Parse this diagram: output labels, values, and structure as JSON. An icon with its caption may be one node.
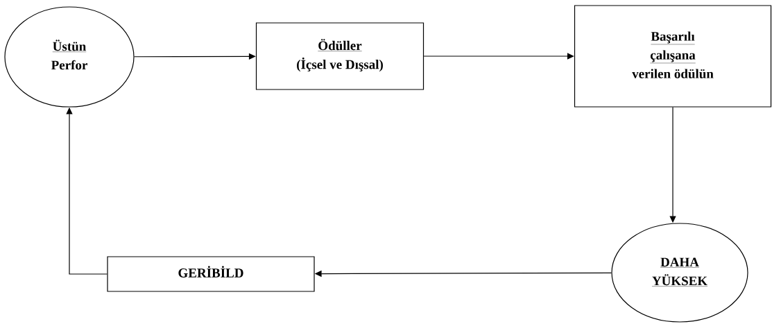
{
  "diagram": {
    "nodes": [
      {
        "text": [
          "Üstün",
          "Perfor"
        ]
      },
      {
        "text": [
          "Ödüller",
          "(İçsel ve Dışsal)"
        ]
      },
      {
        "text": [
          "Başarılı",
          "çalışana",
          "verilen ödülün"
        ]
      },
      {
        "text": [
          "DAHA",
          "YÜKSEK"
        ]
      },
      {
        "text": [
          "GERİBİLD"
        ]
      }
    ],
    "edges": [
      {
        "from": 0,
        "to": 1,
        "arrow": "to"
      },
      {
        "from": 1,
        "to": 2,
        "arrow": "to"
      },
      {
        "from": 2,
        "to": 3,
        "arrow": "to"
      },
      {
        "from": 3,
        "to": 4,
        "arrow": "to"
      },
      {
        "from": 4,
        "to": 0,
        "arrow": "to"
      }
    ]
  }
}
